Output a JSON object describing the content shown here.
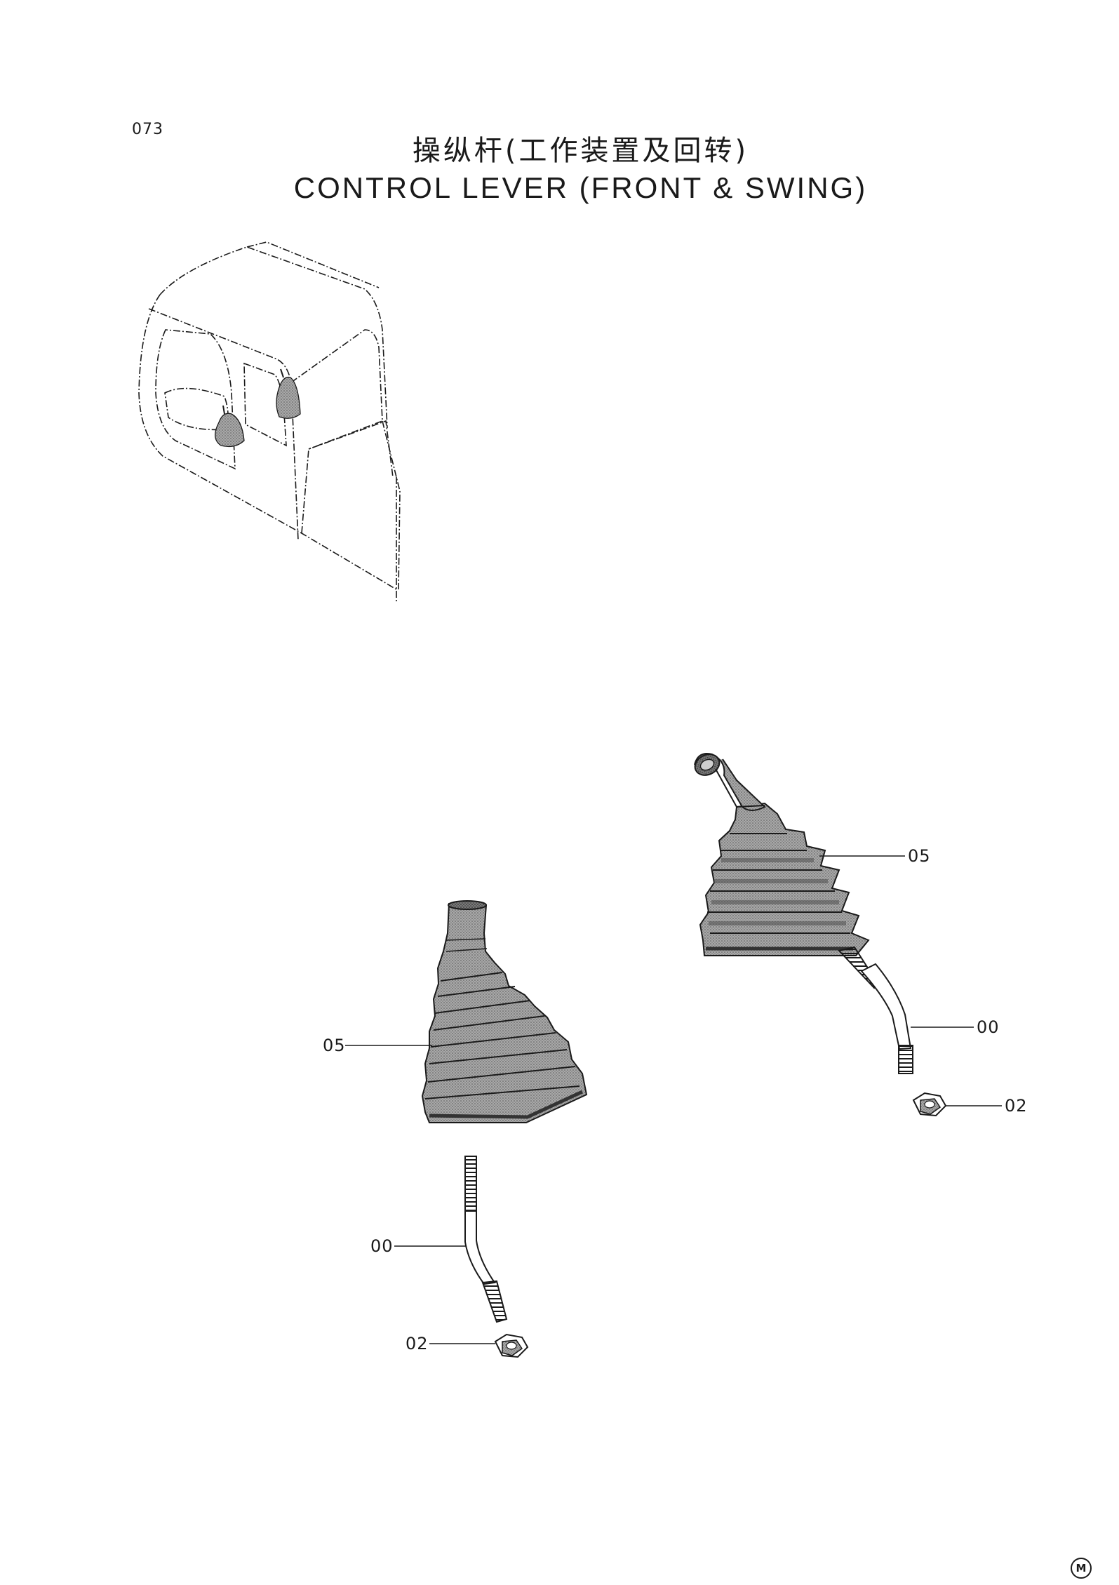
{
  "page": {
    "number": "073"
  },
  "title": {
    "chinese": "操纵杆(工作装置及回转)",
    "english": "CONTROL LEVER (FRONT & SWING)"
  },
  "callouts": {
    "right_boot": "05",
    "right_lever": "00",
    "right_nut": "02",
    "left_boot": "05",
    "left_lever": "00",
    "left_nut": "02"
  },
  "footer": {
    "mark": "M"
  },
  "colors": {
    "ink": "#1a1a1a",
    "shade": "#9a9a9a",
    "dark_shade": "#6e6e6e"
  }
}
